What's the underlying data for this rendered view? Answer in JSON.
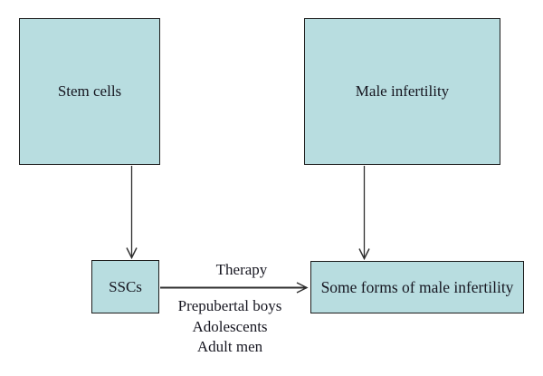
{
  "diagram": {
    "colors": {
      "background": "#ffffff",
      "box_fill": "#b8dde0",
      "box_border": "#1c1c1c",
      "text": "#161620",
      "arrow": "#2e2e2e"
    },
    "nodes": [
      {
        "id": "stem-cells",
        "label": "Stem cells"
      },
      {
        "id": "male-infertility",
        "label": "Male infertility"
      },
      {
        "id": "sscs",
        "label": "SSCs"
      },
      {
        "id": "some-forms-of-male-infertility",
        "label": "Some forms of male infertility"
      }
    ],
    "edges": [
      {
        "from": "stem-cells",
        "to": "sscs",
        "label": ""
      },
      {
        "from": "male-infertility",
        "to": "some-forms-of-male-infertility",
        "label": ""
      },
      {
        "from": "sscs",
        "to": "some-forms-of-male-infertility",
        "label": "Therapy",
        "sublabels": [
          "Prepubertal boys",
          "Adolescents",
          "Adult men"
        ]
      }
    ]
  }
}
